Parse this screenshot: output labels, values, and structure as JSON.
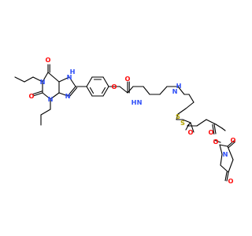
{
  "canvas": {
    "background": "#ffffff"
  },
  "colors": {
    "bond": "#000000",
    "O": "#ff0d0d",
    "N": "#3050f8",
    "S": "#b3a400"
  },
  "atom_labels": {
    "oxo_c6": "O",
    "oxo_c2": "O",
    "n1": "N",
    "n3": "N",
    "n7h": "N",
    "h7": "H",
    "n9": "N",
    "ether_o": "O",
    "amide_o": "O",
    "amide_n": "N",
    "amide_h": "H",
    "amine_n": "N",
    "amine_h": "H",
    "s1": "S",
    "s2": "S",
    "thioester_o": "O",
    "ester_co_o": "O",
    "ester_o": "O",
    "nhs_n": "N",
    "nhs_o_top": "O",
    "nhs_o_bottom": "O"
  }
}
